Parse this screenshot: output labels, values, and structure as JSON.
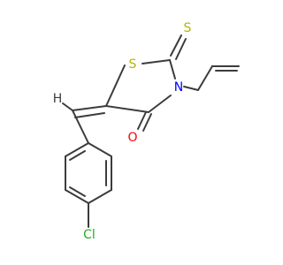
{
  "molecule": {
    "labels": {
      "s_ring": "S",
      "s_thione": "S",
      "n": "N",
      "o": "O",
      "h": "H",
      "cl": "Cl"
    },
    "colors": {
      "carbon_bond": "#3c3c3c",
      "sulfur": "#b5b500",
      "nitrogen": "#0000ff",
      "oxygen": "#ff0000",
      "chlorine": "#1fb01f",
      "hydrogen": "#3c3c3c"
    }
  }
}
